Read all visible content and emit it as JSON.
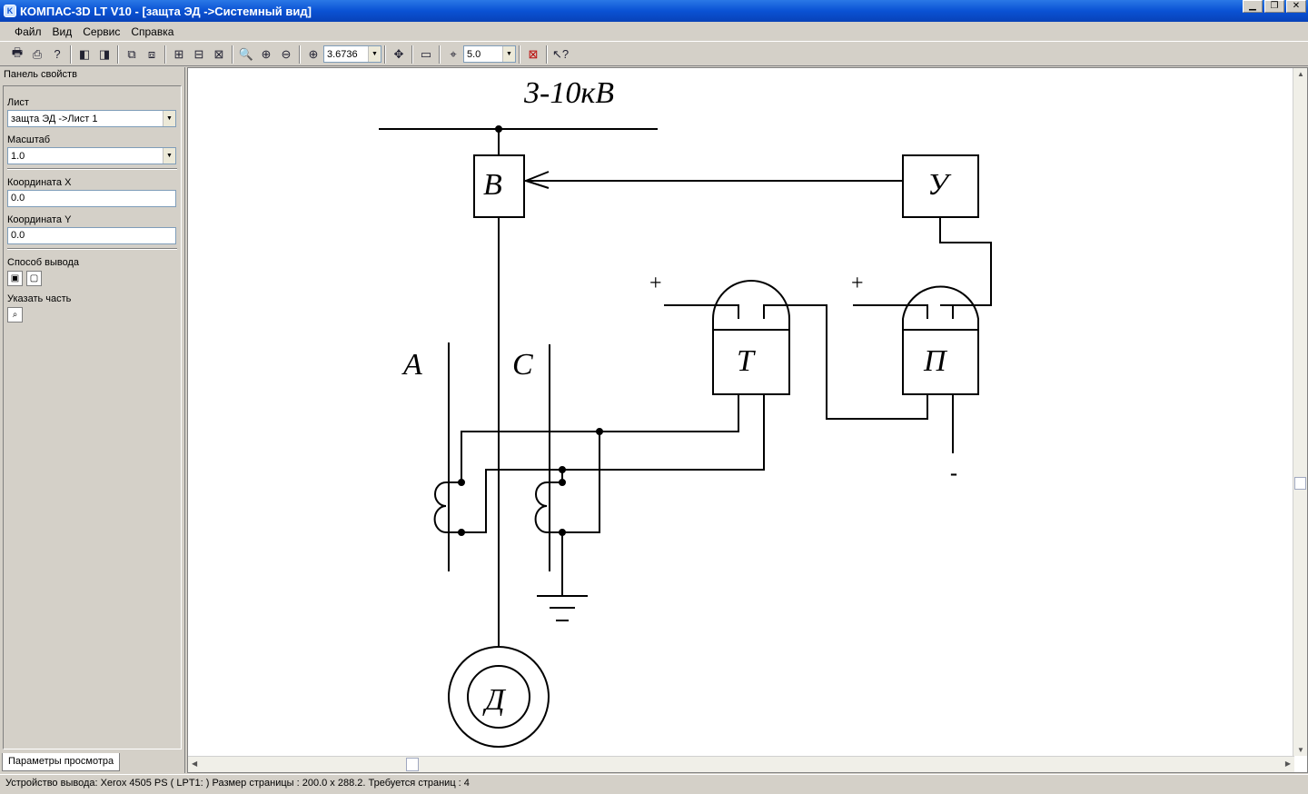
{
  "window": {
    "title": "КОМПАС-3D LT V10 - [защта ЭД ->Системный вид]"
  },
  "menu": [
    "Файл",
    "Вид",
    "Сервис",
    "Справка"
  ],
  "toolbar": {
    "zoom_value": "3.6736",
    "step_value": "5.0"
  },
  "panel": {
    "title": "Панель свойств",
    "sheet_label": "Лист",
    "sheet_value": "защта ЭД ->Лист 1",
    "scale_label": "Масштаб",
    "scale_value": "1.0",
    "coord_x_label": "Координата X",
    "coord_x_value": "0.0",
    "coord_y_label": "Координата Y",
    "coord_y_value": "0.0",
    "output_label": "Способ вывода",
    "part_label": "Указать часть",
    "tab_label": "Параметры просмотра"
  },
  "drawing": {
    "voltage": "3-10кВ",
    "breaker": "В",
    "amplifier": "У",
    "relay_t": "Т",
    "relay_p": "П",
    "phase_a": "А",
    "phase_c": "С",
    "motor": "Д",
    "plus_1": "+",
    "plus_2": "+",
    "minus": "-"
  },
  "status": {
    "text": "Устройство вывода: Xerox 4505 PS ( LPT1: )  Размер страницы : 200.0 x 288.2.  Требуется страниц : 4"
  }
}
